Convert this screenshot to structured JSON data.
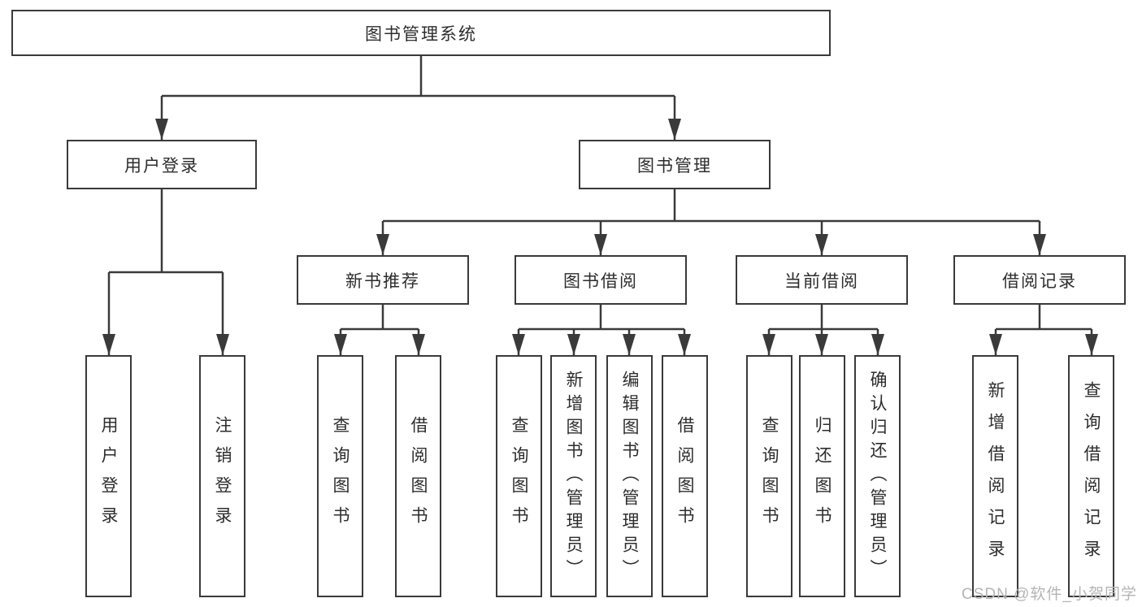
{
  "diagram": {
    "root": {
      "label": "图书管理系统"
    },
    "user_branch": {
      "label": "用户登录",
      "children": [
        {
          "label": "用户登录"
        },
        {
          "label": "注销登录"
        }
      ]
    },
    "book_branch": {
      "label": "图书管理",
      "sections": [
        {
          "label": "新书推荐",
          "children": [
            {
              "label": "查询图书"
            },
            {
              "label": "借阅图书"
            }
          ]
        },
        {
          "label": "图书借阅",
          "children": [
            {
              "label": "查询图书"
            },
            {
              "label": "新增图书（管理员）"
            },
            {
              "label": "编辑图书（管理员）"
            },
            {
              "label": "借阅图书"
            }
          ]
        },
        {
          "label": "当前借阅",
          "children": [
            {
              "label": "查询图书"
            },
            {
              "label": "归还图书"
            },
            {
              "label": "确认归还（管理员）"
            }
          ]
        },
        {
          "label": "借阅记录",
          "children": [
            {
              "label": "新增借阅记录"
            },
            {
              "label": "查询借阅记录"
            }
          ]
        }
      ]
    },
    "colors": {
      "line": "#3a3a3a",
      "box_border": "#3a3a3a",
      "text": "#2d2d2d",
      "background": "#ffffff",
      "watermark": "#b5b5b5"
    }
  },
  "watermark": {
    "text": "CSDN @软件_小贺同学"
  }
}
